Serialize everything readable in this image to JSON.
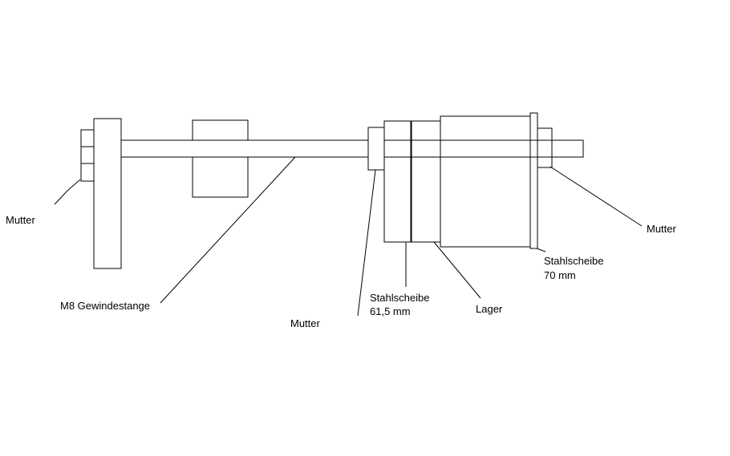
{
  "labels": {
    "mutter_left": "Mutter",
    "gewindestange": "M8 Gewindestange",
    "mutter_center": "Mutter",
    "stahlscheibe_small_line1": "Stahlscheibe",
    "stahlscheibe_small_line2": "61,5 mm",
    "lager": "Lager",
    "stahlscheibe_large_line1": "Stahlscheibe",
    "stahlscheibe_large_line2": "70 mm",
    "mutter_right": "Mutter"
  },
  "colors": {
    "background": "#ffffff",
    "stroke": "#000000",
    "text": "#000000"
  }
}
